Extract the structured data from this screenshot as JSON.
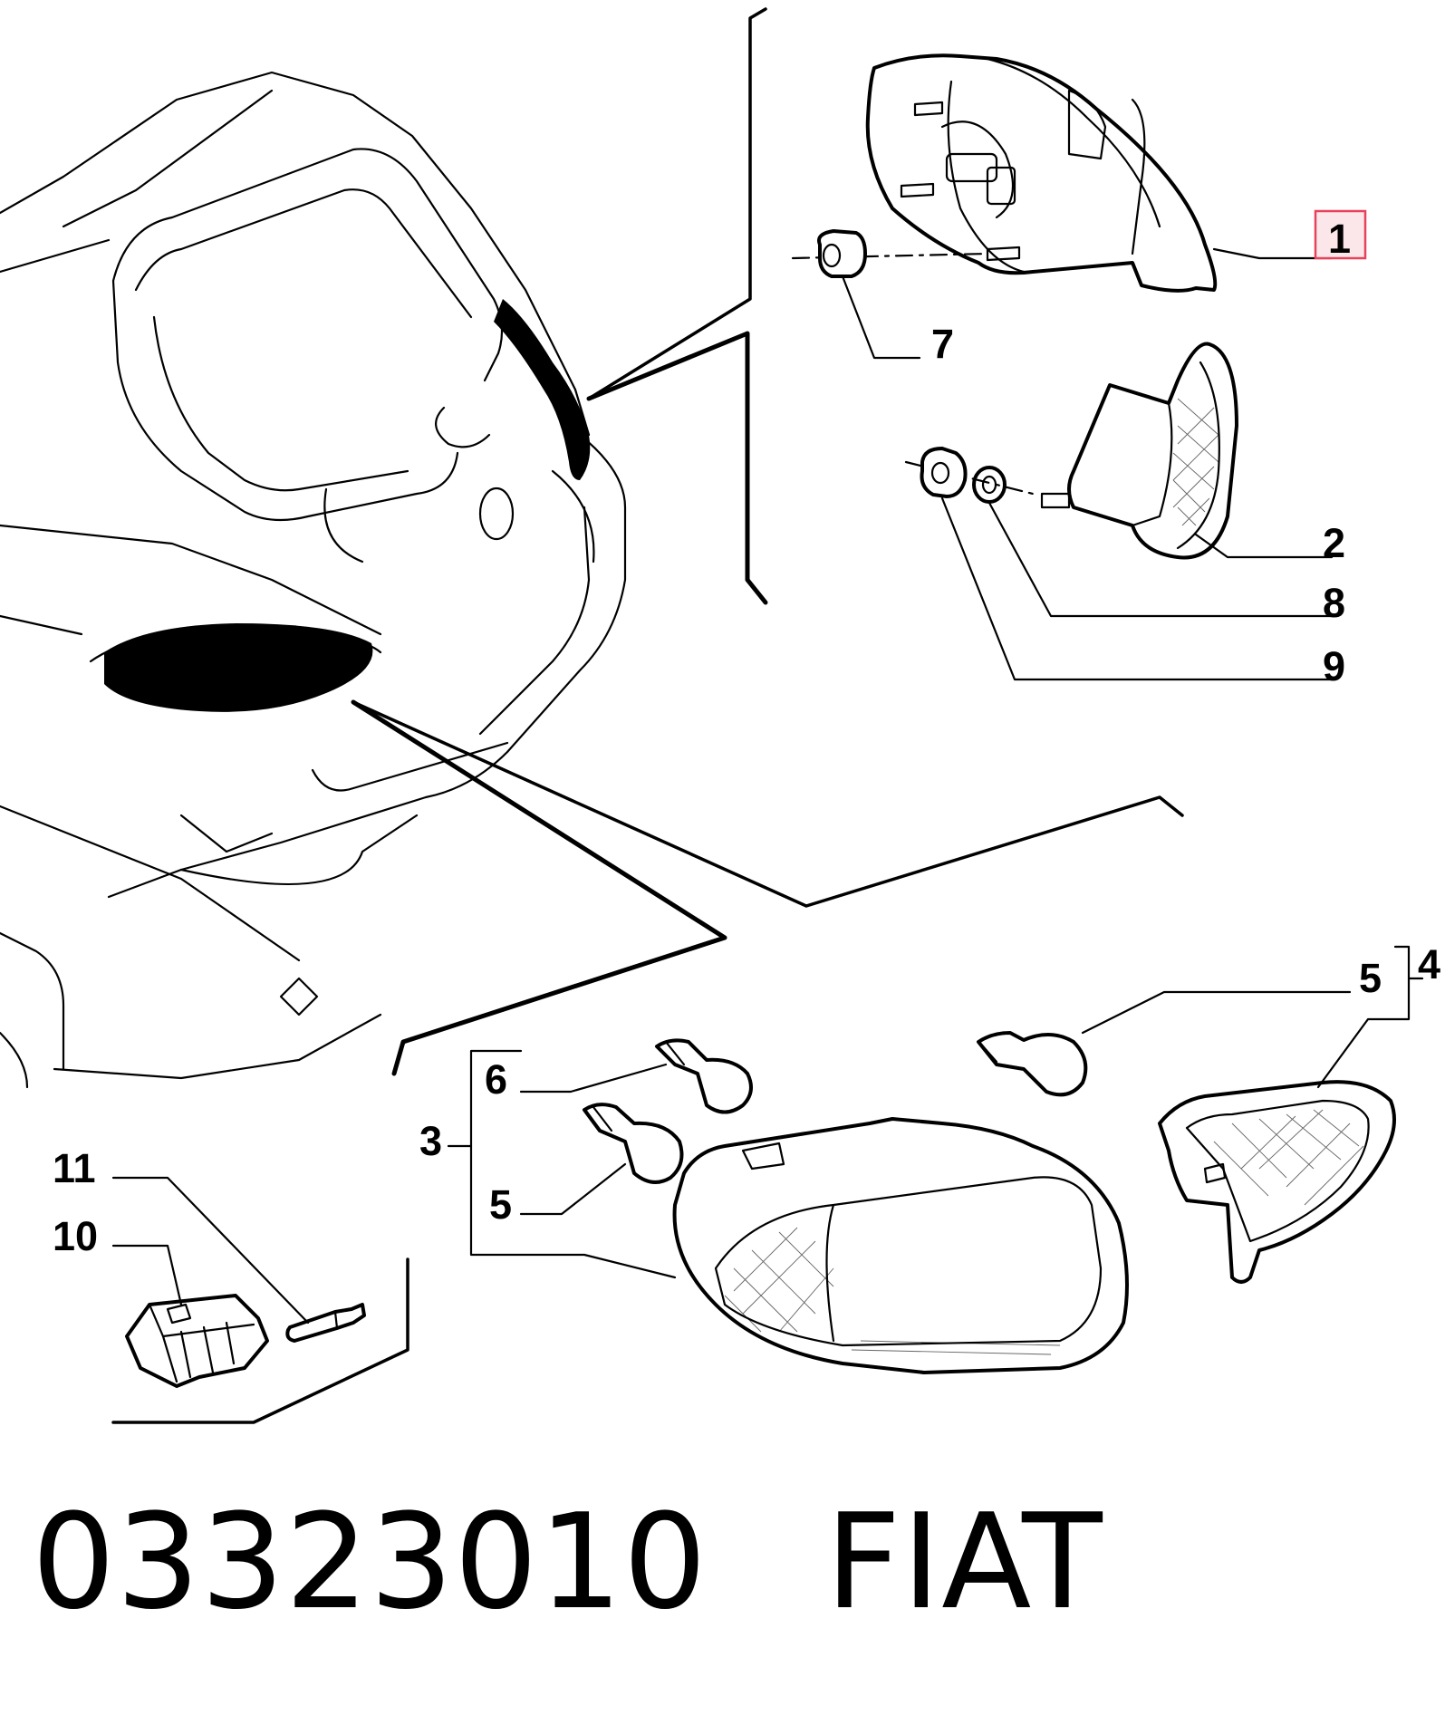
{
  "callouts": {
    "n1": "1",
    "n2": "2",
    "n3": "3",
    "n4": "4",
    "n5a": "5",
    "n5b": "5",
    "n6": "6",
    "n7": "7",
    "n8": "8",
    "n9": "9",
    "n10": "10",
    "n11": "11"
  },
  "caption": {
    "part_number": "03323010",
    "brand": "FIAT"
  },
  "highlight_color": "#e8425a"
}
